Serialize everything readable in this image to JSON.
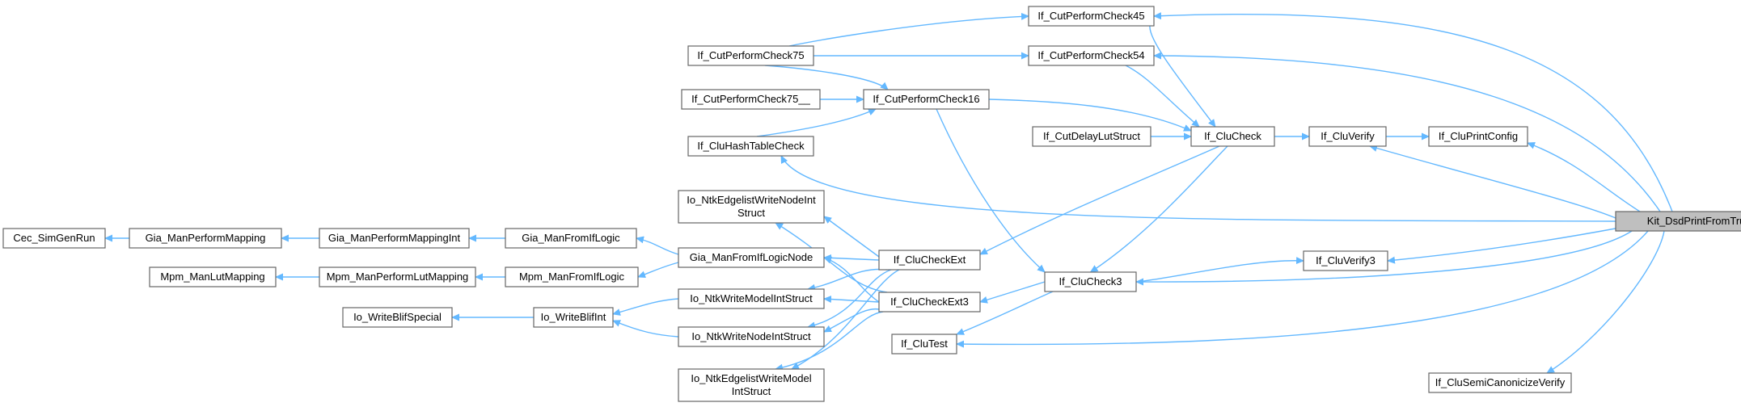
{
  "graph": {
    "target": "Kit_DsdPrintFromTruth",
    "edge_color": "#63b8ff",
    "node_border_color": "#666666",
    "target_fill": "#bfbfbf",
    "nodes": [
      {
        "id": "kit",
        "lines": [
          "Kit_DsdPrintFromTruth"
        ]
      },
      {
        "id": "cpc45",
        "lines": [
          "If_CutPerformCheck45"
        ]
      },
      {
        "id": "cpc54",
        "lines": [
          "If_CutPerformCheck54"
        ]
      },
      {
        "id": "cpc75",
        "lines": [
          "If_CutPerformCheck75"
        ]
      },
      {
        "id": "cpc75u",
        "lines": [
          "If_CutPerformCheck75__"
        ]
      },
      {
        "id": "cpc16",
        "lines": [
          "If_CutPerformCheck16"
        ]
      },
      {
        "id": "hash",
        "lines": [
          "If_CluHashTableCheck"
        ]
      },
      {
        "id": "delay",
        "lines": [
          "If_CutDelayLutStruct"
        ]
      },
      {
        "id": "cluCheck",
        "lines": [
          "If_CluCheck"
        ]
      },
      {
        "id": "verify",
        "lines": [
          "If_CluVerify"
        ]
      },
      {
        "id": "printCfg",
        "lines": [
          "If_CluPrintConfig"
        ]
      },
      {
        "id": "egWriteNode",
        "lines": [
          "Io_NtkEdgelistWriteNodeInt",
          "Struct"
        ]
      },
      {
        "id": "cec",
        "lines": [
          "Cec_SimGenRun"
        ]
      },
      {
        "id": "giaPM",
        "lines": [
          "Gia_ManPerformMapping"
        ]
      },
      {
        "id": "giaPMI",
        "lines": [
          "Gia_ManPerformMappingInt"
        ]
      },
      {
        "id": "giaFIL",
        "lines": [
          "Gia_ManFromIfLogic"
        ]
      },
      {
        "id": "giaFILN",
        "lines": [
          "Gia_ManFromIfLogicNode"
        ]
      },
      {
        "id": "ext",
        "lines": [
          "If_CluCheckExt"
        ]
      },
      {
        "id": "verify3",
        "lines": [
          "If_CluVerify3"
        ]
      },
      {
        "id": "mpmLut",
        "lines": [
          "Mpm_ManLutMapping"
        ]
      },
      {
        "id": "mpmPLM",
        "lines": [
          "Mpm_ManPerformLutMapping"
        ]
      },
      {
        "id": "mpmFIL",
        "lines": [
          "Mpm_ManFromIfLogic"
        ]
      },
      {
        "id": "check3",
        "lines": [
          "If_CluCheck3"
        ]
      },
      {
        "id": "writeModel",
        "lines": [
          "Io_NtkWriteModelIntStruct"
        ]
      },
      {
        "id": "ext3",
        "lines": [
          "If_CluCheckExt3"
        ]
      },
      {
        "id": "blifSpecial",
        "lines": [
          "Io_WriteBlifSpecial"
        ]
      },
      {
        "id": "blifInt",
        "lines": [
          "Io_WriteBlifInt"
        ]
      },
      {
        "id": "writeNode",
        "lines": [
          "Io_NtkWriteNodeIntStruct"
        ]
      },
      {
        "id": "cluTest",
        "lines": [
          "If_CluTest"
        ]
      },
      {
        "id": "egWriteModel",
        "lines": [
          "Io_NtkEdgelistWriteModel",
          "IntStruct"
        ]
      },
      {
        "id": "semiCanon",
        "lines": [
          "If_CluSemiCanonicizeVerify"
        ]
      }
    ]
  }
}
